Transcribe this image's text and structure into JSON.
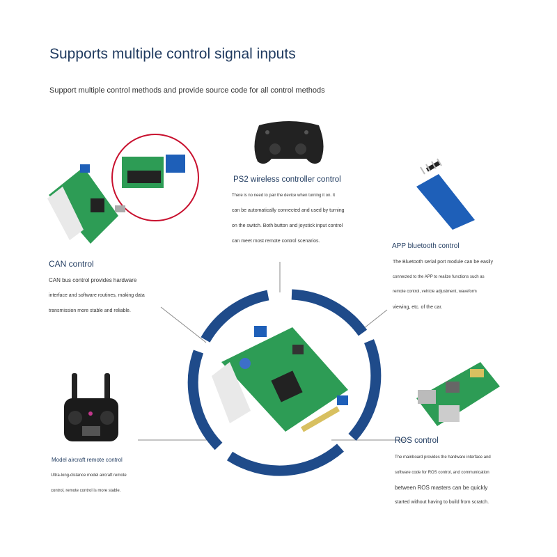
{
  "title": "Supports multiple control signal inputs",
  "subtitle": "Support multiple control methods and provide source code for all control methods",
  "sections": {
    "ps2": {
      "title": "PS2 wireless controller control",
      "lines": [
        "There is no need to pair the device when turning it on. It",
        "can be automatically connected and used by turning",
        "on the switch. Both button and joystick input control",
        "can meet most remote control scenarios."
      ]
    },
    "can": {
      "title": "CAN control",
      "lines": [
        "CAN bus control provides hardware",
        "interface and software routines, making data",
        "transmission more stable and reliable."
      ]
    },
    "app": {
      "title": "APP bluetooth control",
      "lines": [
        "The Bluetooth serial port module can be easily",
        "connected to the APP to realize functions such as",
        "remote control, vehicle adjustment, waveform",
        "viewing, etc. of the car."
      ]
    },
    "model": {
      "title": "Model aircraft remote control",
      "lines": [
        "Ultra-long-distance model aircraft remote",
        "control, remote control is more stable."
      ]
    },
    "ros": {
      "title": "ROS control",
      "lines": [
        "The mainboard provides the hardware interface and",
        "software code for ROS control, and communication",
        "between ROS masters can be quickly",
        "started without having to build from scratch."
      ]
    }
  },
  "colors": {
    "accent": "#1f4b8a",
    "pcb": "#2d9c55",
    "text": "#1f3a5f"
  },
  "icons": [
    "gamepad-icon",
    "can-board-icon",
    "bluetooth-module-icon",
    "rc-transmitter-icon",
    "raspberry-pi-icon",
    "main-board-icon"
  ]
}
